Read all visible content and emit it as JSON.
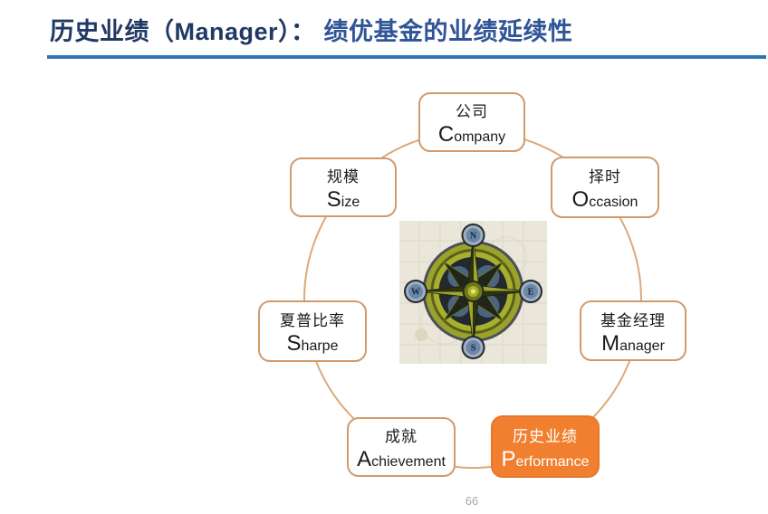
{
  "slide": {
    "title_part1": "历史业绩（Manager）：",
    "title_part2": "绩优基金的业绩延续性",
    "page_number": "66"
  },
  "nodes": {
    "company": {
      "cn": "公司",
      "en_initial": "C",
      "en_rest": "ompany"
    },
    "size": {
      "cn": "规模",
      "en_initial": "S",
      "en_rest": "ize"
    },
    "occasion": {
      "cn": "择时",
      "en_initial": "O",
      "en_rest": "ccasion"
    },
    "sharpe": {
      "cn": "夏普比率",
      "en_initial": "S",
      "en_rest": "harpe"
    },
    "manager": {
      "cn": "基金经理",
      "en_initial": "M",
      "en_rest": "anager"
    },
    "achievement": {
      "cn": "成就",
      "en_initial": "A",
      "en_rest": "chievement"
    },
    "performance": {
      "cn": "历史业绩",
      "en_initial": "P",
      "en_rest": "erformance"
    }
  },
  "compass": {
    "n": "N",
    "e": "E",
    "s": "S",
    "w": "W"
  },
  "colors": {
    "title_primary": "#1F3864",
    "title_secondary": "#2F5597",
    "title_rule": "#2E75B6",
    "node_border": "#D29A6B",
    "highlight_fill": "#F0802F",
    "highlight_text": "#FFFFFF",
    "circle_stroke": "#DCA97C",
    "page_number_color": "#A8A8A8"
  }
}
